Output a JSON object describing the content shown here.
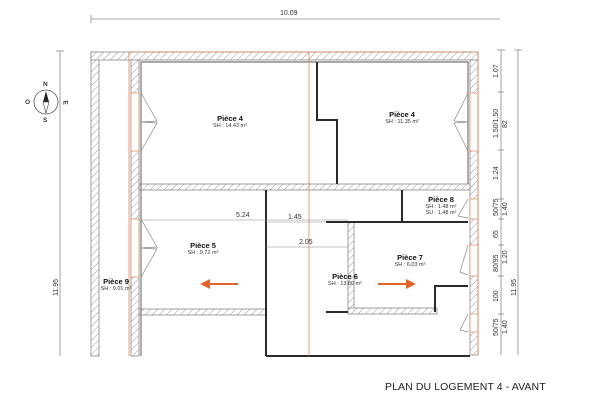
{
  "title": "PLAN DU LOGEMENT 4 - AVANT",
  "compass": {
    "north": "N",
    "south": "S",
    "west": "O",
    "east": "E"
  },
  "dimensions": {
    "overall_width": "10.09",
    "overall_height_left": "11.95",
    "overall_height_right": "11.95",
    "right_chain": [
      "1.07",
      "1.50/1.50",
      "82",
      "1.24",
      "50/75",
      "1.40",
      "65",
      "80/95",
      "1.20",
      "100",
      "50/75",
      "1.40"
    ],
    "interior": {
      "d524": "5.24",
      "d145": "1.45",
      "d205": "2.05"
    }
  },
  "rooms": [
    {
      "id": "piece4-left",
      "name": "Pièce 4",
      "area": "SH : 14.43 m²"
    },
    {
      "id": "piece4-right",
      "name": "Pièce 4",
      "area": "SH : 11.35 m²"
    },
    {
      "id": "piece8",
      "name": "Pièce 8",
      "area": "SH : 1.48 m²",
      "area2": "SU : 1.48 m²"
    },
    {
      "id": "piece5",
      "name": "Pièce 5",
      "area": "SH : 9.72 m²"
    },
    {
      "id": "piece6",
      "name": "Pièce 6",
      "area": "SH : 13.80 m²"
    },
    {
      "id": "piece7",
      "name": "Pièce 7",
      "area": "SH : 6.03 m²"
    },
    {
      "id": "piece9",
      "name": "Pièce 9",
      "area": "SH : 9.01 m²"
    }
  ],
  "colors": {
    "wall_outline": "#888888",
    "hatch": "#9a9a9a",
    "axis_line": "#d9875a",
    "bold_wall": "#2a2a2a",
    "arrow": "#e0642a"
  }
}
